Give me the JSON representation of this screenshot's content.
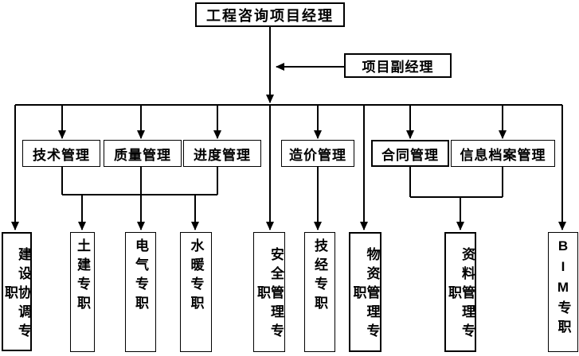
{
  "org_chart": {
    "root": {
      "label": "工程咨询项目经理"
    },
    "deputy": {
      "label": "项目副经理"
    },
    "departments": [
      {
        "label": "技术管理"
      },
      {
        "label": "质量管理"
      },
      {
        "label": "进度管理"
      },
      {
        "label": "造价管理"
      },
      {
        "label": "合同管理"
      },
      {
        "label": "信息档案管理"
      }
    ],
    "specialists": [
      {
        "label": "建设协调专职"
      },
      {
        "label": "土建专职"
      },
      {
        "label": "电气专职"
      },
      {
        "label": "水暖专职"
      },
      {
        "label": "安全管理专职"
      },
      {
        "label": "技经专职"
      },
      {
        "label": "物资管理专职"
      },
      {
        "label": "资料管理专职"
      },
      {
        "label": "BIM专职"
      }
    ],
    "connections": [
      {
        "from": [
          "工程咨询项目经理"
        ],
        "to": [
          "项目副经理"
        ]
      },
      {
        "from": [
          "工程咨询项目经理"
        ],
        "to": [
          "技术管理",
          "质量管理",
          "进度管理",
          "造价管理",
          "合同管理",
          "信息档案管理"
        ]
      },
      {
        "from": [
          "工程咨询项目经理"
        ],
        "to": [
          "建设协调专职",
          "安全管理专职",
          "物资管理专职",
          "BIM专职"
        ]
      },
      {
        "from": [
          "技术管理",
          "质量管理",
          "进度管理"
        ],
        "to": [
          "土建专职",
          "电气专职",
          "水暖专职"
        ]
      },
      {
        "from": [
          "造价管理"
        ],
        "to": [
          "技经专职"
        ]
      },
      {
        "from": [
          "合同管理",
          "信息档案管理"
        ],
        "to": [
          "资料管理专职"
        ]
      }
    ],
    "colors": {
      "line": "#000000",
      "background": "#ffffff",
      "text": "#000000"
    }
  }
}
